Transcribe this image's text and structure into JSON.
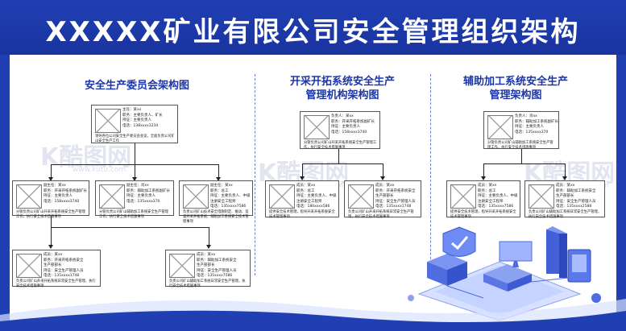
{
  "header": {
    "title": "XXXXX矿业有限公司安全管理组织架构"
  },
  "sections": {
    "left": {
      "title": "安全生产委员会架构图"
    },
    "middle": {
      "title_line1": "开采开拓系统安全生产",
      "title_line2": "管理机构架构图"
    },
    "right": {
      "title_line1": "辅助加工系统安全生产",
      "title_line2": "管理架构图"
    }
  },
  "left_chart": {
    "top": {
      "lines": [
        "主任：某xx",
        "职务：主要负责人、矿长",
        "持证：主要负责人",
        "电话：138xxxx1234"
      ],
      "duty": "领导各位公司安全生产委员会会议，全面负责公司矿山安全生产工作"
    },
    "mid_a": {
      "lines": [
        "副主任：某xx",
        "职务：开采开拓系统副矿长",
        "持证：主要负责人",
        "电话：158xxxx3740"
      ],
      "duty": "分管负责公司矿山开采开拓系统安全生产管理工作，执行安全技术措施事项"
    },
    "mid_b": {
      "lines": [
        "副主任：肖xx",
        "职务：辅助加工系统副矿长",
        "持证：主要负责人",
        "电话：135xxxx370"
      ],
      "duty": "分管负责公司矿山辅助加工系统安全生产管理工作，执行安全技术措施事项"
    },
    "mid_c": {
      "lines": [
        "副主任：某xx",
        "职务：总工",
        "持证：主要负责人、中级",
        "注册安全工程师",
        "电话：135xxxx7586"
      ],
      "duty": "负责公司矿山技术安全措施制定、推动、监督开采开拓系统、辅助加工系统安全技术管理事项"
    },
    "bottom_a": {
      "lines": [
        "成员：某xx",
        "职务：开采开拓系统安全",
        "生产部部长",
        "持证：安全生产管理人员",
        "电话：135xxxx1748"
      ],
      "duty": "负责公司矿山开采开拓系统日常安全生产管理，执行安全技术措施事项"
    },
    "bottom_b": {
      "lines": [
        "成员：某xx",
        "职务：辅助加工系统安全",
        "生产部部长",
        "持证：安全生产管理人员",
        "电话：135xxxx7586"
      ],
      "duty": "负责公司矿山辅助加工系统日常安全生产管理，执行安全技术措施事项"
    }
  },
  "middle_chart": {
    "top": {
      "lines": [
        "负责人：某xx",
        "职务：开采开拓系统副矿长",
        "持证：主要负责人",
        "电话：158xxxx3740"
      ],
      "duty": "分管负责公司矿山开采开拓系统安全生产管理工作，执行安全技术措施事项"
    },
    "bottom_a": {
      "lines": [
        "成员：某xx",
        "职务：总工",
        "持证：主要负责人、中级",
        "注册安全工程师",
        "电话：180xxxx586"
      ],
      "duty": "提供安全技术管理，指导开采开拓系统安全技术管理事项"
    },
    "bottom_b": {
      "lines": [
        "成员：某xx",
        "职务：开采开拓系统安全",
        "生产部部长",
        "持证：安全生产管理人员",
        "电话：135xxxx1748"
      ],
      "duty": "负责公司矿山开采开拓系统日常安全生产管理，执行安全技术措施事项"
    }
  },
  "right_chart": {
    "top": {
      "lines": [
        "负责人：肖xx",
        "职务：辅助加工系统副矿长",
        "持证：主要负责人",
        "电话：135xxxx370"
      ],
      "duty": "分管负责公司矿山辅助加工系统安全生产管理工作，执行安全技术措施事项"
    },
    "bottom_a": {
      "lines": [
        "成员：某xx",
        "职务：总工",
        "持证：主要负责人、中级",
        "注册安全工程师",
        "电话：135xxxx7586"
      ],
      "duty": "提供安全技术管理，指导开采开拓系统安全技术管理事项"
    },
    "bottom_b": {
      "lines": [
        "成员：某xx",
        "职务：辅助加工系统安全",
        "生产部部长",
        "持证：安全生产管理人员",
        "电话：135xxxx2588"
      ],
      "duty": "负责公司矿山辅助加工系统日常安全生产管理，执行安全技术措施事项"
    }
  },
  "watermark": {
    "brand": "酷图网",
    "url": "www.kutu.com",
    "mark": "K"
  },
  "colors": {
    "brand_blue": "#1f3fb3",
    "title_blue": "#1c36a8"
  }
}
